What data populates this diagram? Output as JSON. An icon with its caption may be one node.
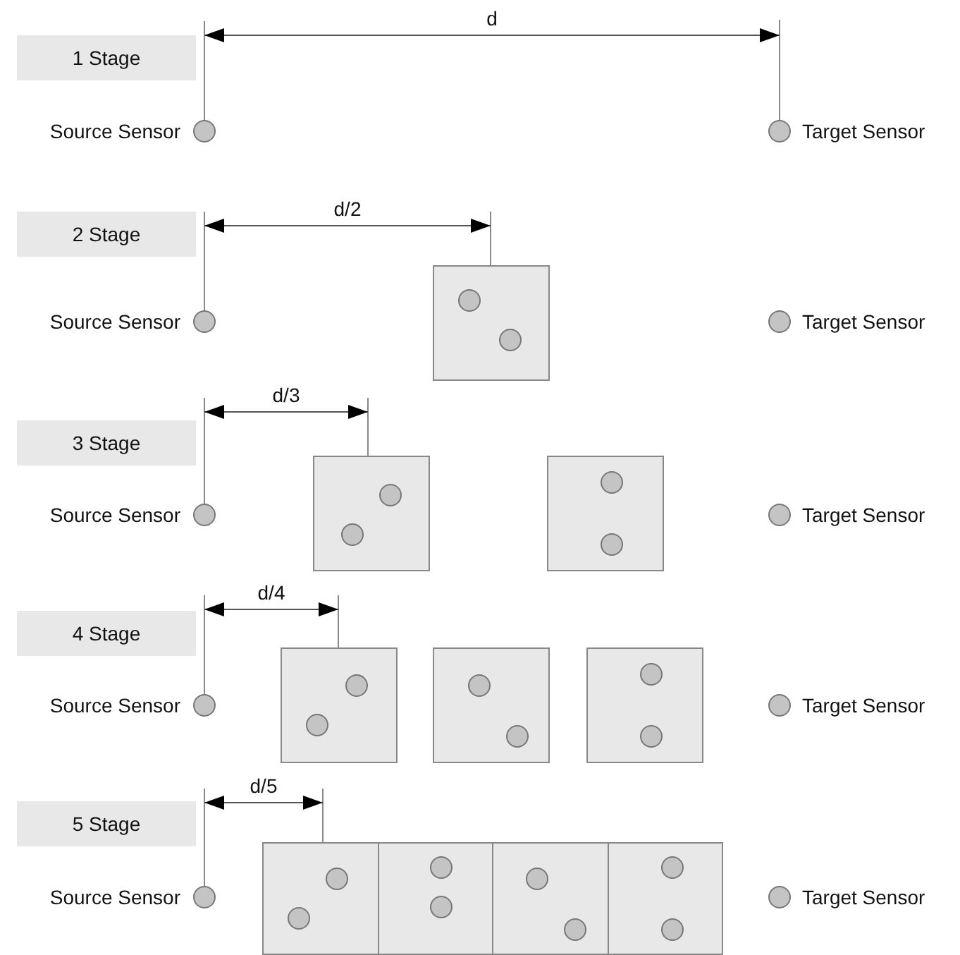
{
  "diagram": {
    "nodes": [
      {
        "text": [
          "1 Stage"
        ]
      },
      {
        "text": [
          "2 Stage"
        ]
      },
      {
        "text": [
          "3 Stage"
        ]
      },
      {
        "text": [
          "4 Stage"
        ]
      },
      {
        "text": [
          "5 Stage"
        ]
      }
    ],
    "labels": [
      "d",
      "Source Sensor",
      "Target Sensor",
      "d/2",
      "Source Sensor",
      "Target Sensor",
      "d/3",
      "Source Sensor",
      "Target Sensor",
      "d/4",
      "Source Sensor",
      "Target Sensor",
      "d/5",
      "Source Sensor",
      "Target Sensor"
    ]
  }
}
